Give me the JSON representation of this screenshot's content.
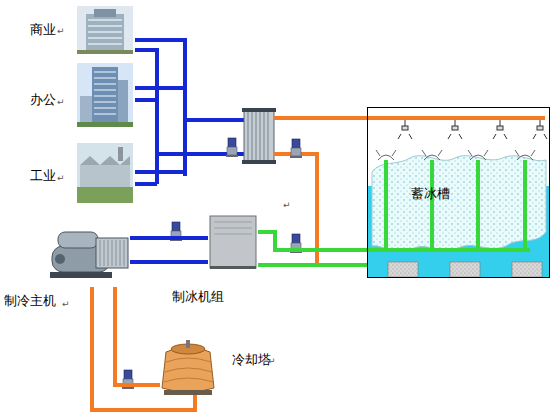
{
  "diagram": {
    "nodes": [
      {
        "text": [
          "商业"
        ]
      },
      {
        "text": [
          "办公"
        ]
      },
      {
        "text": [
          "工业"
        ]
      },
      {
        "text": [
          "蓄冰槽"
        ]
      },
      {
        "text": [
          "制冷主机"
        ]
      },
      {
        "text": [
          "制冰机组"
        ]
      },
      {
        "text": [
          "冷却塔"
        ]
      }
    ],
    "edges": [
      {
        "from": 4,
        "to": 5,
        "arrow": "none"
      },
      {
        "from": 4,
        "to": 6,
        "arrow": "none"
      },
      {
        "from": 5,
        "to": 3,
        "arrow": "none"
      }
    ],
    "labels": [
      "↵",
      "↵",
      "↵",
      "↵",
      "↵",
      "↵"
    ]
  }
}
